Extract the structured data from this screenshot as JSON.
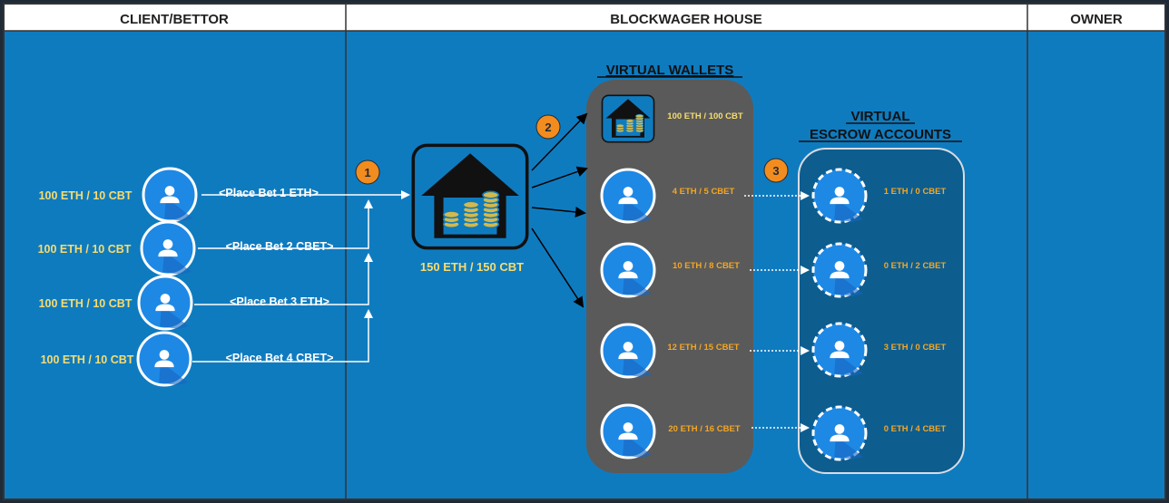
{
  "lanes": {
    "client": "CLIENT/BETTOR",
    "house": "BLOCKWAGER HOUSE",
    "owner": "OWNER"
  },
  "clients": [
    {
      "balance": "100 ETH / 10 CBT",
      "bet": "<Place Bet 1 ETH>"
    },
    {
      "balance": "100 ETH / 10 CBT",
      "bet": "<Place Bet 2 CBET>"
    },
    {
      "balance": "100 ETH / 10 CBT",
      "bet": "<Place Bet 3 ETH>"
    },
    {
      "balance": "100 ETH / 10 CBT",
      "bet": "<Place Bet 4 CBET>"
    }
  ],
  "house": {
    "balance": "150 ETH / 150 CBT"
  },
  "steps": [
    "1",
    "2",
    "3"
  ],
  "wallets": {
    "title": "VIRTUAL WALLETS",
    "house_wallet": "100 ETH / 100 CBT",
    "items": [
      "4 ETH / 5 CBET",
      "10 ETH / 8 CBET",
      "12 ETH / 15 CBET",
      "20 ETH / 16 CBET"
    ]
  },
  "escrow": {
    "title_line1": "VIRTUAL",
    "title_line2": "ESCROW ACCOUNTS",
    "items": [
      "1 ETH / 0 CBET",
      "0 ETH / 2 CBET",
      "3 ETH / 0 CBET",
      "0 ETH / 4 CBET"
    ]
  },
  "colors": {
    "background": "#0f7bbf",
    "header": "#ffffff",
    "header_text": "#222222",
    "wallet_panel": "#5a5a5a",
    "escrow_panel": "#0d5d8f",
    "yellow_text": "#f7dc6f",
    "orange_text": "#f5a623",
    "step_badge": "#f28c1e",
    "avatar": "#1e88e5"
  }
}
